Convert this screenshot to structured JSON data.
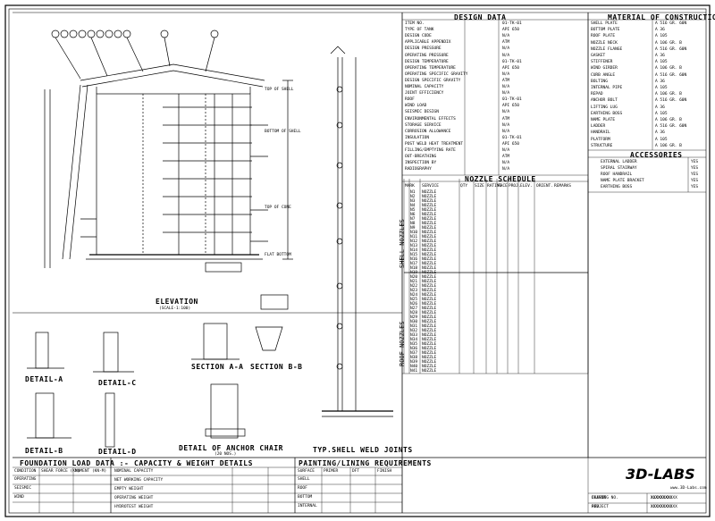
{
  "headings": {
    "design_data": "DESIGN DATA",
    "material_of_construction": "MATERIAL OF CONSTRUCTION",
    "accessories": "ACCESSORIES",
    "nozzle_schedule": "NOZZLE SCHEDULE",
    "shell_nozzles": "SHELL NOZZLES",
    "roof_nozzles": "ROOF NOZZLES",
    "elevation": "ELEVATION",
    "elevation_scale": "(SCALE-1:100)",
    "section_aa": "SECTION A-A",
    "section_bb": "SECTION B-B",
    "detail_a": "DETAIL-A",
    "detail_b": "DETAIL-B",
    "detail_c": "DETAIL-C",
    "detail_d": "DETAIL-D",
    "detail_anchor": "DETAIL OF ANCHOR CHAIR",
    "detail_anchor_sub": "(20 NOS.)",
    "typ_shell_weld": "TYP.SHELL WELD JOINTS",
    "foundation_load": "FOUNDATION LOAD DATA :-",
    "capacity_weight": "CAPACITY & WEIGHT DETAILS",
    "painting_lining": "PAINTING/LINING REQUIREMENTS",
    "logo": "3D-LABS",
    "website": "www.3D-Labs.com"
  },
  "design_rows": [
    "ITEM NO.",
    "TYPE OF TANK",
    "DESIGN CODE",
    "APPLICABLE APPENDIX",
    "DESIGN PRESSURE",
    "OPERATING PRESSURE",
    "DESIGN TEMPERATURE",
    "OPERATING TEMPERATURE",
    "OPERATING SPECIFIC GRAVITY",
    "DESIGN SPECIFIC GRAVITY",
    "NOMINAL CAPACITY",
    "JOINT EFFICIENCY",
    "ROOF",
    "WIND LOAD",
    "SEISMIC DESIGN",
    "ENVIRONMENTAL EFFECTS",
    "STORAGE SERVICE",
    "CORROSION ALLOWANCE",
    "INSULATION",
    "POST WELD HEAT TREATMENT",
    "FILLING/EMPTYING RATE",
    "OUT-BREATHING",
    "INSPECTION BY",
    "RADIOGRAPHY"
  ],
  "design_values": [
    "01-TK-01",
    "API 650",
    "N/A",
    "ATM",
    "N/A",
    "N/A"
  ],
  "material_rows": [
    "SHELL PLATE",
    "BOTTOM PLATE",
    "ROOF PLATE",
    "NOZZLE NECK",
    "NOZZLE FLANGE",
    "GASKET",
    "STIFFENER",
    "WIND GIRDER",
    "CURB ANGLE",
    "BOLTING",
    "INTERNAL PIPE",
    "REPAD",
    "ANCHOR BOLT",
    "LIFTING LUG",
    "EARTHING BOSS",
    "NAME PLATE",
    "LADDER",
    "HANDRAIL",
    "PLATFORM",
    "STRUCTURE"
  ],
  "material_values": [
    "A 516 GR. 60N",
    "A 36",
    "A 105",
    "A 106 GR. B"
  ],
  "accessories_rows": [
    "EXTERNAL LADDER",
    "SPIRAL STAIRWAY",
    "ROOF HANDRAIL",
    "NAME PLATE BRACKET",
    "EARTHING BOSS"
  ],
  "accessories_value": "YES",
  "nozzle_headers": [
    "MARK",
    "SERVICE",
    "QTY",
    "SIZE",
    "RATING",
    "FACE",
    "PROJ.",
    "ELEV.",
    "ORIENT.",
    "REMARKS"
  ],
  "nozzle_marks": [
    "N1",
    "N2",
    "N3",
    "N4",
    "N5",
    "N6",
    "N7",
    "N8",
    "N9",
    "N10",
    "N11",
    "N12",
    "N13",
    "N14",
    "N15",
    "N16",
    "N17",
    "N18",
    "N19",
    "N20",
    "N21",
    "N22",
    "N23",
    "N24",
    "N25",
    "N26",
    "N27",
    "N28",
    "N29",
    "N30",
    "N31",
    "N32",
    "N33",
    "N34",
    "N35",
    "N36",
    "N37",
    "N38",
    "N39",
    "N40",
    "N41"
  ],
  "nozzle_service": "NOZZLE",
  "foundation_cols": [
    "CONDITION",
    "SHEAR FORCE (KN)",
    "MOMENT (KN-M)"
  ],
  "foundation_rows": [
    "OPERATING",
    "SEISMIC",
    "WIND"
  ],
  "capacity_rows": [
    "NOMINAL CAPACITY",
    "NET WORKING CAPACITY",
    "EMPTY WEIGHT",
    "OPERATING WEIGHT",
    "HYDROTEST WEIGHT"
  ],
  "painting_cols": [
    "SURFACE",
    "PRIMER",
    "DFT",
    "FINISH"
  ],
  "painting_rows": [
    "SHELL",
    "ROOF",
    "BOTTOM",
    "INTERNAL"
  ],
  "elevation_labels": [
    "TOP OF SHELL",
    "BOTTOM OF SHELL",
    "TOP OF CONE",
    "FLAT BOTTOM"
  ],
  "title_block": [
    "CLIENT",
    "PROJECT",
    "DRAWING NO.",
    "REV."
  ],
  "title_values": [
    "X.XXXXXX",
    "XXXXXXXXXXX",
    "XXXXXXXXXXX",
    "XXXXXXXXX",
    "XXXXXXXXX"
  ]
}
